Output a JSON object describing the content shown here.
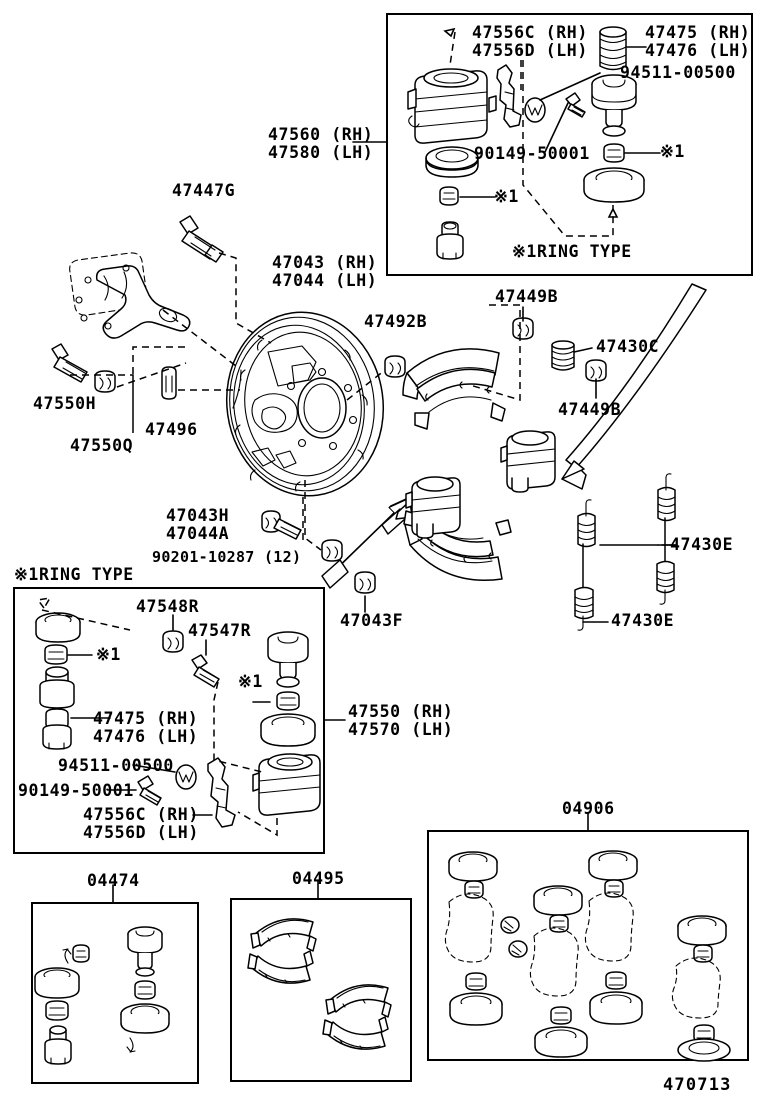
{
  "diagram": {
    "number": "470713",
    "note_ring_type_top": "※1RING TYPE",
    "note_ring_type_left": "※1RING TYPE",
    "ring_mark": "※1"
  },
  "top_box": {
    "assembly_label_line1": "47560 (RH)",
    "assembly_label_line2": "47580 (LH)",
    "parts": [
      {
        "id": "lbl-47556C",
        "line1": "47556C (RH)",
        "line2": "47556D (LH)"
      },
      {
        "id": "lbl-47475",
        "line1": "47475 (RH)",
        "line2": "47476 (LH)"
      },
      {
        "id": "lbl-94511",
        "line1": "94511-00500"
      },
      {
        "id": "lbl-90149",
        "line1": "90149-50001"
      },
      {
        "id": "lbl-ring-a",
        "line1": "※1"
      },
      {
        "id": "lbl-ring-b",
        "line1": "※1"
      }
    ],
    "footer": "※1RING TYPE"
  },
  "main": {
    "labels": [
      {
        "id": "lbl-47447G",
        "text": "47447G"
      },
      {
        "id": "lbl-47043",
        "line1": "47043 (RH)",
        "line2": "47044 (LH)"
      },
      {
        "id": "lbl-47492B",
        "text": "47492B"
      },
      {
        "id": "lbl-47550H",
        "text": "47550H"
      },
      {
        "id": "lbl-47550Q",
        "text": "47550Q"
      },
      {
        "id": "lbl-47496",
        "text": "47496"
      },
      {
        "id": "lbl-47043H",
        "line1": "47043H",
        "line2": "47044A"
      },
      {
        "id": "lbl-90201",
        "text": "90201-10287 (12)"
      },
      {
        "id": "lbl-47449B-top",
        "text": "47449B"
      },
      {
        "id": "lbl-47430C",
        "text": "47430C"
      },
      {
        "id": "lbl-47449B-bot",
        "text": "47449B"
      },
      {
        "id": "lbl-47430E-right",
        "text": "47430E"
      },
      {
        "id": "lbl-47430E-bot",
        "text": "47430E"
      },
      {
        "id": "lbl-47043F",
        "text": "47043F"
      }
    ]
  },
  "ring_box": {
    "title": "※1RING TYPE",
    "labels": [
      {
        "id": "lbl-47548R",
        "text": "47548R"
      },
      {
        "id": "lbl-47547R",
        "text": "47547R"
      },
      {
        "id": "lbl-ring-c",
        "text": "※1"
      },
      {
        "id": "lbl-ring-d",
        "text": "※1"
      },
      {
        "id": "lbl-47475b",
        "line1": "47475 (RH)",
        "line2": "47476 (LH)"
      },
      {
        "id": "lbl-94511b",
        "text": "94511-00500"
      },
      {
        "id": "lbl-90149b",
        "text": "90149-50001"
      },
      {
        "id": "lbl-47556Cb",
        "line1": "47556C (RH)",
        "line2": "47556D (LH)"
      },
      {
        "id": "lbl-47550b",
        "line1": "47550 (RH)",
        "line2": "47570 (LH)"
      }
    ]
  },
  "kits": [
    {
      "id": "kit-04474",
      "number": "04474"
    },
    {
      "id": "kit-04495",
      "number": "04495"
    },
    {
      "id": "kit-04906",
      "number": "04906"
    }
  ]
}
